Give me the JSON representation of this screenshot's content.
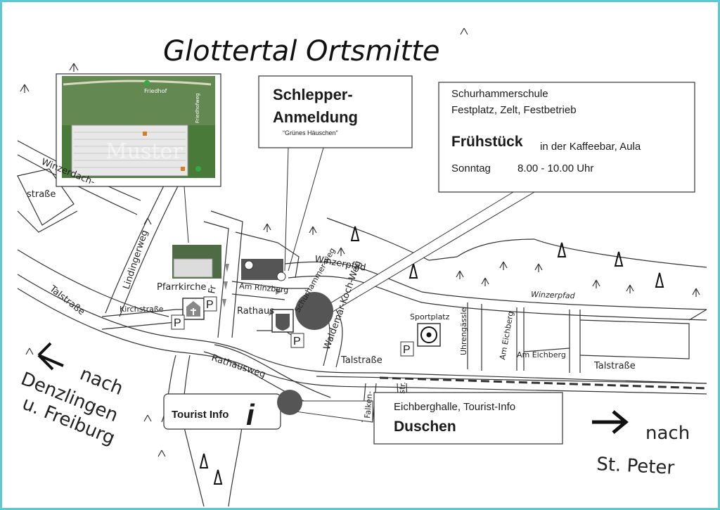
{
  "title": "Glottertal Ortsmitte",
  "boxes": {
    "schlepper": {
      "line1": "Schlepper-",
      "line2": "Anmeldung",
      "sub": "“Grünes Häuschen”"
    },
    "schule": {
      "line1": "Schurhammerschule",
      "line2": "Festplatz, Zelt, Festbetrieb",
      "fruehstueck": "Frühstück",
      "fruehstueck_rest": "in der Kaffeebar, Aula",
      "sonntag": "Sonntag",
      "time": "8.00 - 10.00 Uhr"
    },
    "duschen": {
      "line1": "Eichberghalle, Tourist-Info",
      "line2": "Duschen"
    },
    "tourist": {
      "label": "Tourist Info",
      "icon": "i"
    }
  },
  "inset": {
    "overlay_text": "Muster",
    "map_label_1": "Friedhof",
    "map_label_2": "Friedhofweg"
  },
  "streets": {
    "winzerdach": "Winzerdach-",
    "strasse_short": "straße",
    "talstrasse_left": "Talstraße",
    "lindingerweg": "Lindingerweg",
    "pfarrkirche": "Pfarrkirche",
    "kirchstrasse": "Kirchstraße",
    "am_rinzberg": "Am Rinzberg",
    "rathaus": "Rathaus",
    "schurhammer": "Schurhammer-weg",
    "waldemar": "Waldemar-Koch-Weg",
    "winzerpfad_1": "Winzerpfad",
    "winzerpfad_2": "Winzerpfad",
    "sportplatz": "Sportplatz",
    "uhrengaessle": "Uhrengässle",
    "am_eichberg_v": "Am Eichberg",
    "am_eichberg_h": "Am Eichberg",
    "talstrasse_mid": "Talstraße",
    "talstrasse_right": "Talstraße",
    "rathausweg": "Rathausweg",
    "fw": "Fr",
    "falken": "Falken-",
    "str": "str."
  },
  "directions": {
    "left_1": "nach",
    "left_2": "Denzlingen",
    "left_3": "u. Freiburg",
    "right_1": "nach",
    "right_2": "St. Peter"
  },
  "parking": "P",
  "colors": {
    "frame": "#5cc8d4",
    "dark_marker": "#555555",
    "inset_green": "#4a7a3a"
  }
}
